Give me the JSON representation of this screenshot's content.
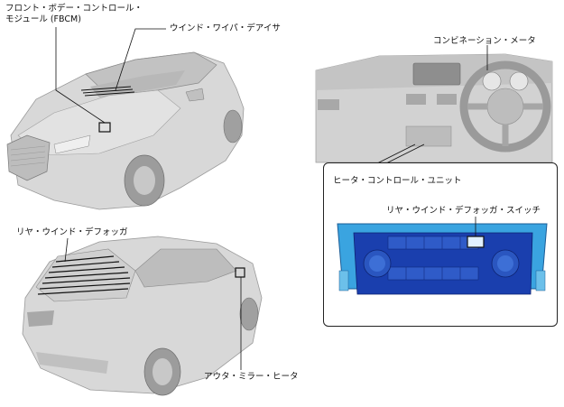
{
  "labels": {
    "fbcm_line1": "フロント・ボデー・コントロール・",
    "fbcm_line2": "モジュール (FBCM)",
    "wiper_deicer": "ウインド・ワイパ・デアイサ",
    "combination_meter": "コンビネーション・メータ",
    "heater_control_unit": "ヒータ・コントロール・ユニット",
    "rear_defogger_switch": "リヤ・ウインド・デフォッガ・スイッチ",
    "rear_defogger": "リヤ・ウインド・デフォッガ",
    "outer_mirror_heater": "アウタ・ミラー・ヒータ"
  },
  "colors": {
    "car_body": "#d8d8d8",
    "car_shade": "#b4b4b4",
    "dash": "#c8c8c8",
    "highlight_blue": "#3aa4e0",
    "highlight_dark_blue": "#1a3fae",
    "line": "#111111"
  }
}
